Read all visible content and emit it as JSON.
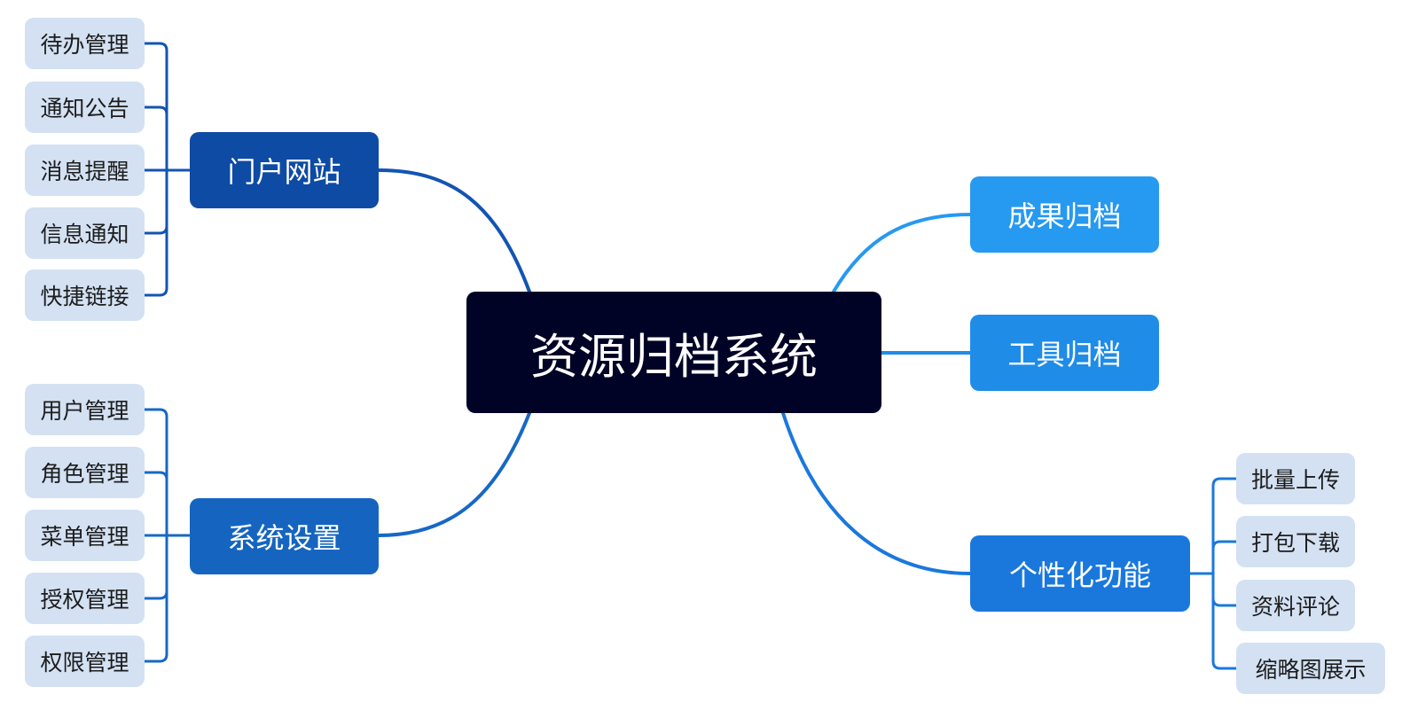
{
  "root": {
    "label": "资源归档系统"
  },
  "branches": {
    "portal": {
      "label": "门户网站",
      "items": [
        "待办管理",
        "通知公告",
        "消息提醒",
        "信息通知",
        "快捷链接"
      ]
    },
    "system": {
      "label": "系统设置",
      "items": [
        "用户管理",
        "角色管理",
        "菜单管理",
        "授权管理",
        "权限管理"
      ]
    },
    "results": {
      "label": "成果归档"
    },
    "tools": {
      "label": "工具归档"
    },
    "custom": {
      "label": "个性化功能",
      "items": [
        "批量上传",
        "打包下载",
        "资料评论",
        "缩略图展示"
      ]
    }
  },
  "colors": {
    "root": "#010326",
    "portal": "#0e4ba4",
    "system": "#1565c0",
    "results": "#2699f0",
    "tools": "#1f8ce8",
    "custom": "#1a78dc",
    "leaf": "#d3e1f3"
  }
}
